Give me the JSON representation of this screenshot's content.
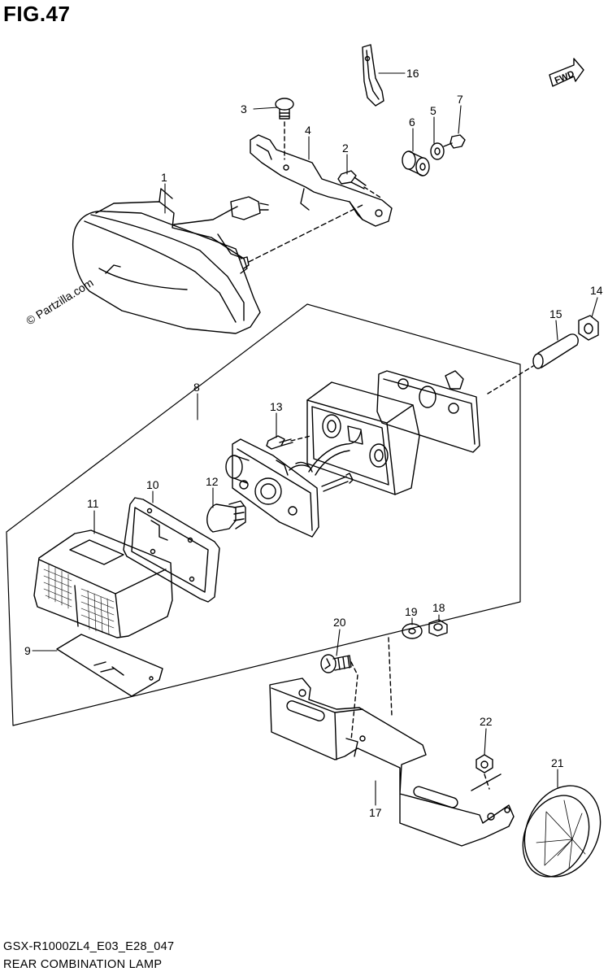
{
  "figure": {
    "title": "FIG.47",
    "model_code": "GSX-R1000ZL4_E03_E28_047",
    "diagram_name": "REAR COMBINATION LAMP",
    "watermark": "© Partzilla.com",
    "fwd_arrow": "FWD"
  },
  "callouts": [
    {
      "id": "c1",
      "label": "1"
    },
    {
      "id": "c2",
      "label": "2"
    },
    {
      "id": "c3",
      "label": "3"
    },
    {
      "id": "c4",
      "label": "4"
    },
    {
      "id": "c5",
      "label": "5"
    },
    {
      "id": "c6",
      "label": "6"
    },
    {
      "id": "c7",
      "label": "7"
    },
    {
      "id": "c8",
      "label": "8"
    },
    {
      "id": "c9",
      "label": "9"
    },
    {
      "id": "c10",
      "label": "10"
    },
    {
      "id": "c11",
      "label": "11"
    },
    {
      "id": "c12",
      "label": "12"
    },
    {
      "id": "c13",
      "label": "13"
    },
    {
      "id": "c14",
      "label": "14"
    },
    {
      "id": "c15",
      "label": "15"
    },
    {
      "id": "c16",
      "label": "16"
    },
    {
      "id": "c17",
      "label": "17"
    },
    {
      "id": "c18",
      "label": "18"
    },
    {
      "id": "c19",
      "label": "19"
    },
    {
      "id": "c20",
      "label": "20"
    },
    {
      "id": "c21",
      "label": "21"
    },
    {
      "id": "c22",
      "label": "22"
    }
  ]
}
